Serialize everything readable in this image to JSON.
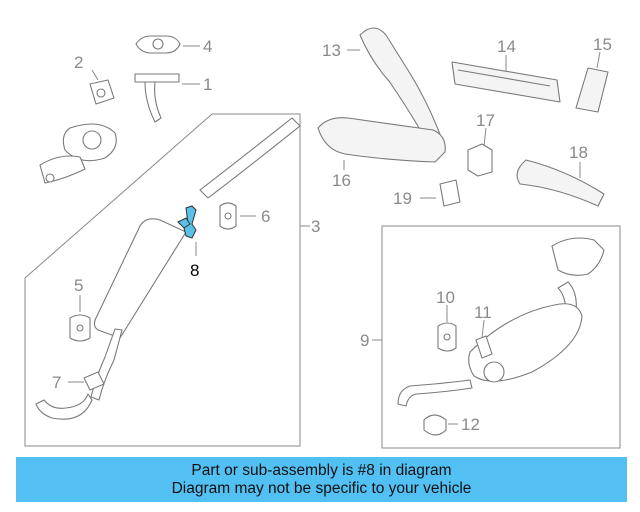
{
  "diagram": {
    "callouts": [
      "1",
      "2",
      "3",
      "4",
      "5",
      "6",
      "7",
      "8",
      "9",
      "10",
      "11",
      "12",
      "13",
      "14",
      "15",
      "16",
      "17",
      "18",
      "19"
    ],
    "highlight": {
      "label": "8",
      "color": "#5bc0e8"
    }
  },
  "banner": {
    "line1": "Part or sub-assembly is #8 in diagram",
    "line2": "Diagram may not be specific to your vehicle",
    "color": "#52c0f2"
  }
}
